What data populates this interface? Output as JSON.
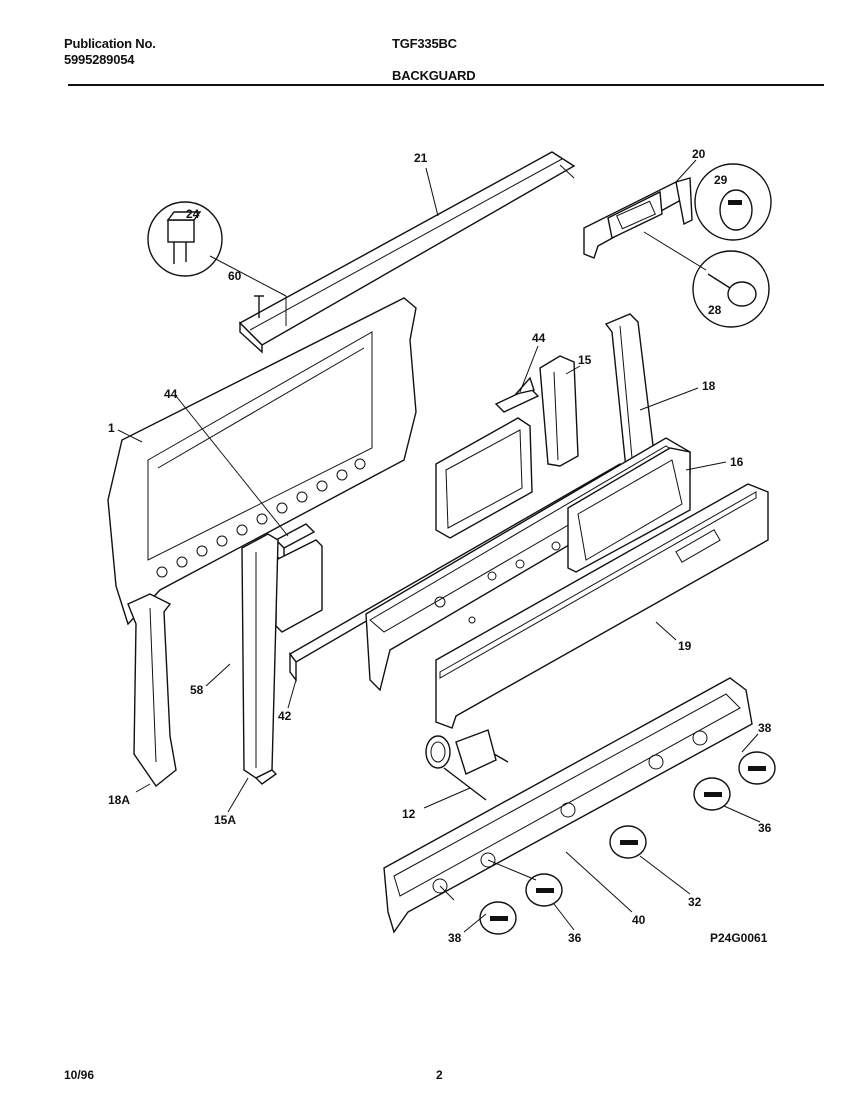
{
  "header": {
    "publication_label": "Publication No.",
    "publication_number": "5995289054",
    "model": "TGF335BC",
    "section": "BACKGUARD"
  },
  "diagram": {
    "code": "P24G0061",
    "callouts": {
      "c21": "21",
      "c20": "20",
      "c29": "29",
      "c24": "24",
      "c60": "60",
      "c28": "28",
      "c44a": "44",
      "c44b": "44",
      "c15": "15",
      "c18": "18",
      "c1": "1",
      "c16": "16",
      "c19": "19",
      "c58": "58",
      "c42": "42",
      "c38a": "38",
      "c18a": "18A",
      "c15a": "15A",
      "c12": "12",
      "c36a": "36",
      "c32": "32",
      "c40": "40",
      "c36b": "36",
      "c38b": "38"
    }
  },
  "footer": {
    "date": "10/96",
    "page": "2"
  }
}
